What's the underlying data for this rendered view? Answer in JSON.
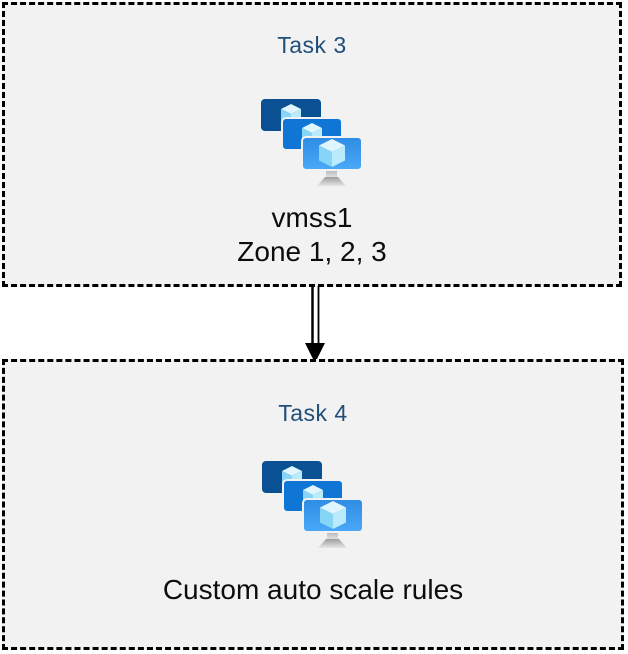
{
  "diagram": {
    "description": "Two-step task flow diagram for Azure virtual machine scale sets"
  },
  "colors": {
    "page_bg": "#ffffff",
    "box_bg": "#f2f2f2",
    "box_border": "#000000",
    "heading_text": "#1f4e79",
    "body_text": "#0d0d0d",
    "arrow": "#000000",
    "screen_back": "#0a5194",
    "screen_middle": "#0f76d6",
    "screen_front_start": "#2e8ce4",
    "screen_front_end": "#4aa9f7",
    "cube_top": "#dff6fe",
    "cube_left": "#86d5f6",
    "cube_right": "#b9ebfc",
    "stand_dark": "#9d9d9d",
    "stand_light": "#e6e6e6"
  },
  "tasks": [
    {
      "title": "Task 3",
      "icon": "vm-scale-set-icon",
      "lines": [
        "vmss1",
        "Zone 1, 2, 3"
      ]
    },
    {
      "title": "Task 4",
      "icon": "vm-scale-set-icon",
      "lines": [
        "Custom auto scale rules"
      ]
    }
  ],
  "connector": {
    "type": "double-line-arrow",
    "direction": "down",
    "from": "Task 3",
    "to": "Task 4"
  }
}
